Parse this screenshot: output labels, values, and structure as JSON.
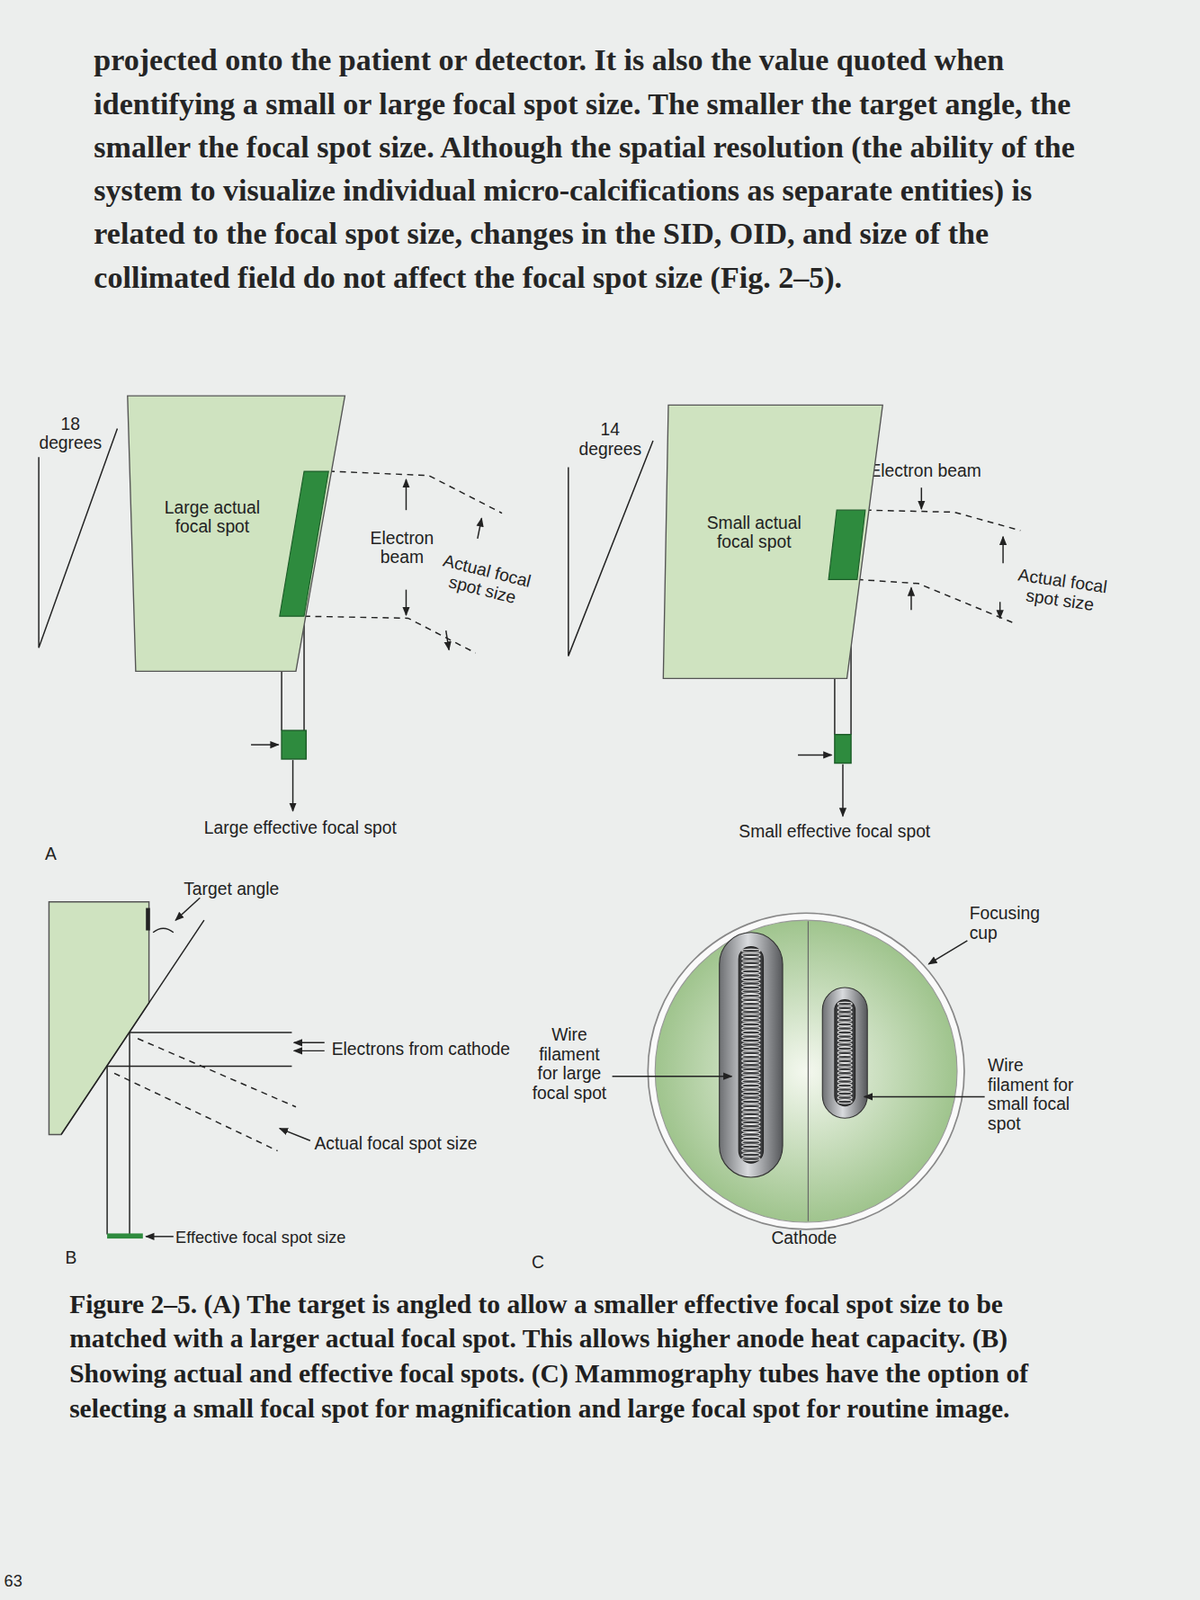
{
  "diagram": {
    "caption": "Figure 2–5. (A) The target is angled to allow a smaller effective focal spot size to be matched with a larger actual focal spot. This allows higher anode heat capacity. (B) Showing actual and effective focal spots. (C) Mammography tubes have the option of selecting a small focal spot for magnification and large focal spot for routine image.",
    "nodes": [
      {
        "text": [
          "Large actual focal spot"
        ]
      },
      {
        "text": [
          "Small actual focal spot"
        ]
      },
      {
        "text": [
          "Cathode"
        ]
      }
    ],
    "labels": [
      "projected onto the patient or detector. It is also the value quoted when identifying a small or large focal spot size. The smaller the target angle, the smaller the focal spot size. Although the spatial resolution (the ability of the system to visualize individual micro-calcifications as separate entities) is related to the focal spot size, changes in the SID, OID, and size of the collimated field do not affect the focal spot size (Fig. 2–5).",
      "18 degrees",
      "Electron beam",
      "Actual focal spot size",
      "Large effective focal spot",
      "A",
      "14 degrees",
      "Electron beam",
      "Actual focal spot size",
      "Small effective focal spot",
      "Target angle",
      "Electrons from cathode",
      "Actual focal spot size",
      "Effective focal spot size",
      "B",
      "Wire filament for large focal spot",
      "C",
      "Focusing cup",
      "Wire filament for small focal spot",
      "63"
    ]
  }
}
